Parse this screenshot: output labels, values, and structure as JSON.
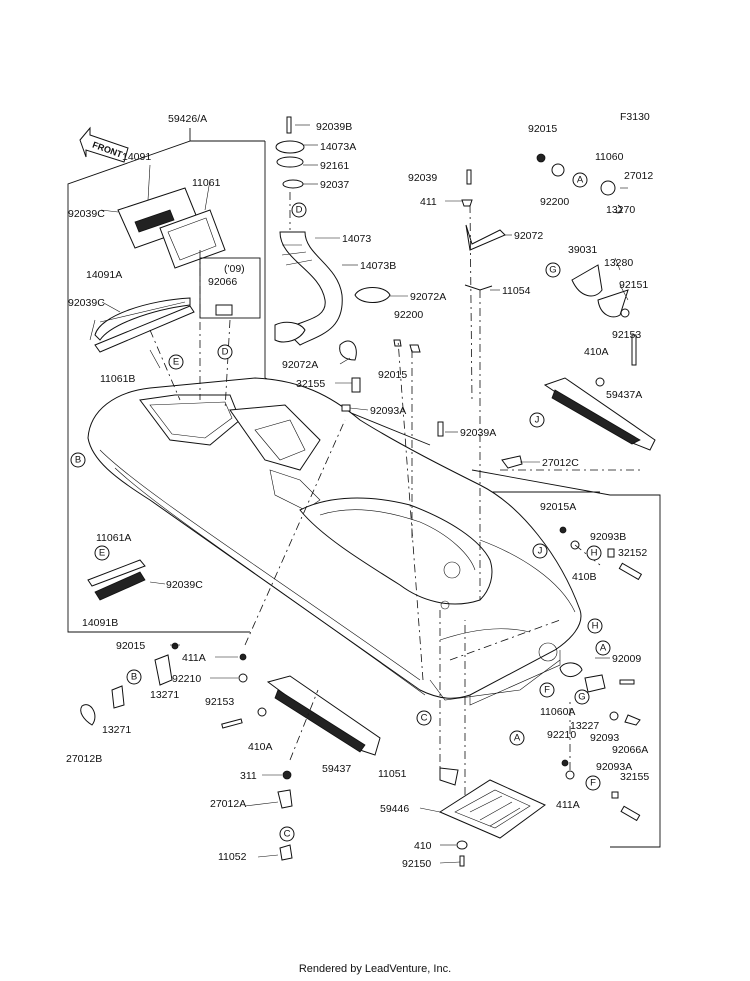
{
  "diagram_code": "F3130",
  "front_label": "FRONT",
  "year_note": "('09)",
  "footer": "Rendered by LeadVenture, Inc.",
  "labels": [
    "59426/A",
    "14091",
    "11061",
    "92039C",
    "14091A",
    "92039C",
    "11061B",
    "92066",
    "92039B",
    "14073A",
    "92161",
    "92037",
    "14073",
    "14073B",
    "92072A",
    "32155",
    "92093A",
    "92200",
    "92015",
    "92039",
    "411",
    "92072",
    "92072A",
    "11054",
    "92039A",
    "27012C",
    "92015",
    "11060",
    "27012",
    "92200",
    "13270",
    "39031",
    "13280",
    "92151",
    "92153",
    "410A",
    "59437A",
    "92015A",
    "92093B",
    "32152",
    "410B",
    "92009",
    "11060A",
    "13227",
    "92093",
    "92066A",
    "92210",
    "92093A",
    "32155",
    "411A",
    "11061A",
    "92039C",
    "14091B",
    "92015",
    "411A",
    "92210",
    "13271",
    "13271",
    "27012B",
    "92153",
    "410A",
    "59437",
    "311",
    "27012A",
    "11052",
    "11051",
    "59446",
    "410",
    "92150"
  ],
  "callouts": [
    "A",
    "A",
    "A",
    "B",
    "B",
    "C",
    "C",
    "D",
    "D",
    "E",
    "E",
    "F",
    "F",
    "G",
    "G",
    "H",
    "H",
    "J",
    "J"
  ]
}
